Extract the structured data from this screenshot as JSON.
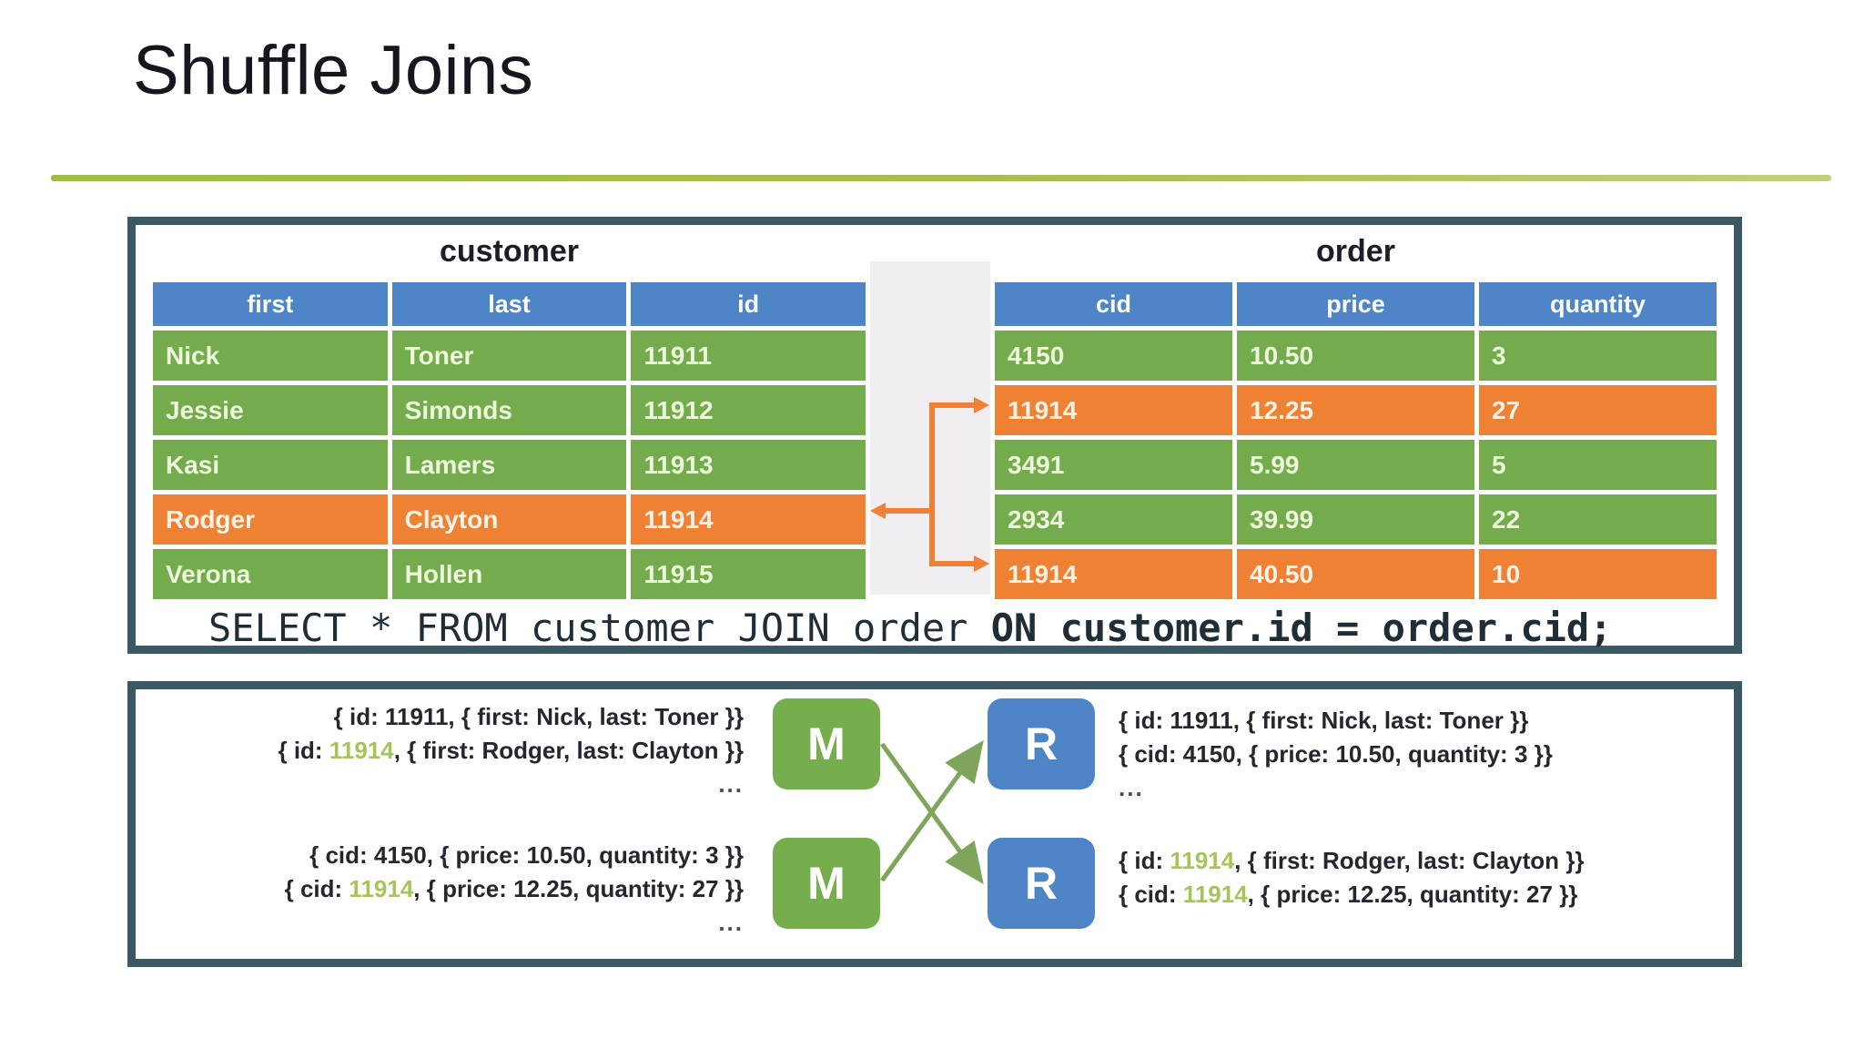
{
  "slide": {
    "title": "Shuffle Joins"
  },
  "colors": {
    "accent_rule_green": "#a6bf4b",
    "panel_border": "#3b5965",
    "header_blue": "#4d85c6",
    "row_green": "#74ac4d",
    "row_highlight_orange": "#ee8133",
    "gap_strip": "#f0eef1",
    "connector_orange": "#ef8034",
    "mapper_green": "#76ad4d",
    "reducer_blue": "#4d85c6",
    "arrow_green": "#7fa45b",
    "id_highlight_green": "#a5c45a"
  },
  "top_panel": {
    "customer": {
      "title": "customer",
      "headers": [
        "first",
        "last",
        "id"
      ],
      "rows": [
        {
          "cells": [
            "Nick",
            "Toner",
            "11911"
          ],
          "highlight": false
        },
        {
          "cells": [
            "Jessie",
            "Simonds",
            "11912"
          ],
          "highlight": false
        },
        {
          "cells": [
            "Kasi",
            "Lamers",
            "11913"
          ],
          "highlight": false
        },
        {
          "cells": [
            "Rodger",
            "Clayton",
            "11914"
          ],
          "highlight": true
        },
        {
          "cells": [
            "Verona",
            "Hollen",
            "11915"
          ],
          "highlight": false
        }
      ]
    },
    "order": {
      "title": "order",
      "headers": [
        "cid",
        "price",
        "quantity"
      ],
      "rows": [
        {
          "cells": [
            "4150",
            "10.50",
            "3"
          ],
          "highlight": false
        },
        {
          "cells": [
            "11914",
            "12.25",
            "27"
          ],
          "highlight": true
        },
        {
          "cells": [
            "3491",
            "5.99",
            "5"
          ],
          "highlight": false
        },
        {
          "cells": [
            "2934",
            "39.99",
            "22"
          ],
          "highlight": false
        },
        {
          "cells": [
            "11914",
            "40.50",
            "10"
          ],
          "highlight": true
        }
      ]
    },
    "sql": {
      "normal": "SELECT * FROM customer JOIN order ",
      "bold": "ON customer.id = order.cid;"
    }
  },
  "bottom_panel": {
    "mapper_label": "M",
    "reducer_label": "R",
    "blocks": {
      "map_top": {
        "l1": "{ id: 11911, { first: Nick, last: Toner }}",
        "l2_pre": "{ id: ",
        "l2_hl": "11914",
        "l2_post": ", { first: Rodger, last: Clayton }}",
        "more": "..."
      },
      "map_bottom": {
        "l1": "{ cid: 4150, { price: 10.50, quantity: 3 }}",
        "l2_pre": "{ cid: ",
        "l2_hl": "11914",
        "l2_post": ", { price: 12.25, quantity: 27 }}",
        "more": "..."
      },
      "reduce_top": {
        "l1": "{ id: 11911, { first: Nick, last: Toner }}",
        "l2": "{ cid: 4150, { price: 10.50, quantity: 3 }}",
        "more": "..."
      },
      "reduce_bottom": {
        "l1_pre": "{ id: ",
        "l1_hl": "11914",
        "l1_post": ", { first: Rodger, last: Clayton }}",
        "l2_pre": "{ cid: ",
        "l2_hl": "11914",
        "l2_post": ", { price: 12.25, quantity: 27 }}"
      }
    }
  }
}
